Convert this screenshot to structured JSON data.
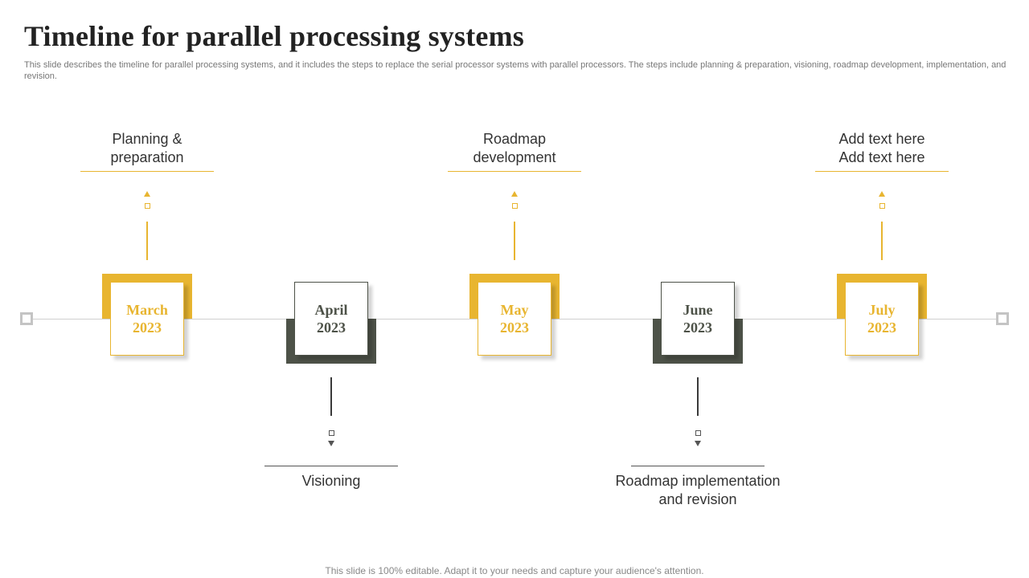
{
  "title": "Timeline for parallel processing systems",
  "subtitle": "This slide describes the timeline for parallel processing systems, and it includes the steps to replace the serial processor systems with parallel processors. The steps include planning & preparation, visioning, roadmap development, implementation, and revision.",
  "colors": {
    "gold": "#e8b530",
    "olive": "#4d5248"
  },
  "milestones": [
    {
      "month": "March",
      "year": "2023",
      "caption_line1": "Planning &",
      "caption_line2": "preparation",
      "position": "above",
      "color": "gold"
    },
    {
      "month": "April",
      "year": "2023",
      "caption_line1": "Visioning",
      "caption_line2": "",
      "position": "below",
      "color": "olive"
    },
    {
      "month": "May",
      "year": "2023",
      "caption_line1": "Roadmap",
      "caption_line2": "development",
      "position": "above",
      "color": "gold"
    },
    {
      "month": "June",
      "year": "2023",
      "caption_line1": "Roadmap implementation",
      "caption_line2": "and revision",
      "position": "below",
      "color": "olive"
    },
    {
      "month": "July",
      "year": "2023",
      "caption_line1": "Add text here",
      "caption_line2": "Add text here",
      "position": "above",
      "color": "gold"
    }
  ],
  "footer": "This slide is 100% editable. Adapt it to your needs and capture your audience's attention."
}
